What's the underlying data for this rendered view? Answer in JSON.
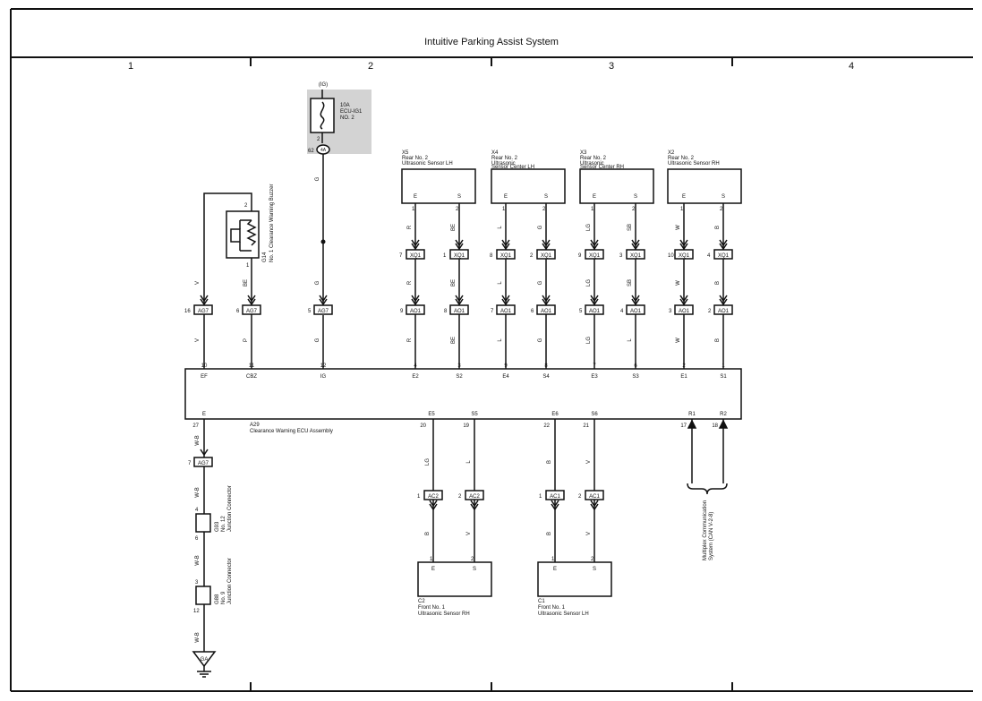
{
  "title": "Intuitive Parking Assist System",
  "columns": [
    "1",
    "2",
    "3",
    "4"
  ],
  "fuse": {
    "power": "(IG)",
    "rating": "10A",
    "name": "ECU-IG1",
    "number": "NO. 2",
    "pin": "2",
    "junction_pin": "62",
    "junction": "4A"
  },
  "buzzer": {
    "ref": "G14",
    "name": "No. 1 Clearance Warning Buzzer",
    "pin_top": "2",
    "pin_bottom": "1"
  },
  "ecu": {
    "ref": "A29",
    "name": "Clearance Warning ECU Assembly",
    "top_pins": [
      {
        "pin": "10",
        "label": "EF"
      },
      {
        "pin": "11",
        "label": "CBZ"
      },
      {
        "pin": "12",
        "label": "IG"
      },
      {
        "pin": "4",
        "label": "E2"
      },
      {
        "pin": "3",
        "label": "S2"
      },
      {
        "pin": "9",
        "label": "E4"
      },
      {
        "pin": "8",
        "label": "S4"
      },
      {
        "pin": "7",
        "label": "E3"
      },
      {
        "pin": "6",
        "label": "S3"
      },
      {
        "pin": "2",
        "label": "E1"
      },
      {
        "pin": "1",
        "label": "S1"
      }
    ],
    "bottom_pins": [
      {
        "pin": "27",
        "label": "E"
      },
      {
        "pin": "20",
        "label": "E5"
      },
      {
        "pin": "19",
        "label": "S5"
      },
      {
        "pin": "22",
        "label": "E6"
      },
      {
        "pin": "21",
        "label": "S6"
      },
      {
        "pin": "17",
        "label": "R1"
      },
      {
        "pin": "18",
        "label": "R2"
      }
    ]
  },
  "rear_sensors": [
    {
      "ref": "X5",
      "name": "Rear No. 2",
      "sub": "",
      "name2": "Ultrasonic Sensor LH"
    },
    {
      "ref": "X4",
      "name": "Rear No. 2",
      "sub": "Ultrasonic",
      "name2": "Sensor Center LH"
    },
    {
      "ref": "X3",
      "name": "Rear No. 2",
      "sub": "Ultrasonic",
      "name2": "Sensor Center RH"
    },
    {
      "ref": "X2",
      "name": "Rear No. 2",
      "sub": "",
      "name2": "Ultrasonic Sensor RH"
    }
  ],
  "front_sensors": [
    {
      "ref": "C2",
      "name": "Front No. 1",
      "name2": "Ultrasonic Sensor RH"
    },
    {
      "ref": "C1",
      "name": "Front No. 1",
      "name2": "Ultrasonic Sensor LH"
    }
  ],
  "sensor_pins": {
    "e": "E",
    "s": "S",
    "p1": "1",
    "p2": "2"
  },
  "connectors": {
    "ag7": "AG7",
    "xq1": "XQ1",
    "ao1": "AO1",
    "ac2": "AC2",
    "ac1": "AC1"
  },
  "wires": {
    "ef_upper": "V",
    "ef_lower": "V",
    "cbz_upper": "BE",
    "cbz_lower": "P",
    "ig_upper": "G",
    "ig_mid": "G",
    "ig_lower": "G",
    "x5_e": [
      "R",
      "R",
      "R"
    ],
    "x5_s": [
      "BE",
      "BE",
      "BE"
    ],
    "x4_e": [
      "L",
      "L",
      "L"
    ],
    "x4_s": [
      "G",
      "G",
      "G"
    ],
    "x3_e": [
      "LG",
      "LG",
      "LG"
    ],
    "x3_s": [
      "SB",
      "SB",
      "L"
    ],
    "x2_e": [
      "W",
      "W",
      "W"
    ],
    "x2_s": [
      "B",
      "B",
      "B"
    ],
    "c2_e": [
      "LG",
      "B"
    ],
    "c2_s": [
      "L",
      "V"
    ],
    "c1_e": [
      "B",
      "B"
    ],
    "c1_s": [
      "V",
      "V"
    ],
    "ground": [
      "W-B",
      "W-B",
      "W-B",
      "W-B"
    ]
  },
  "pin_numbers": {
    "ag7_ef": "16",
    "ag7_cbz": "6",
    "ag7_ig": "5",
    "ag7_gnd": "7",
    "xq1": [
      "7",
      "1",
      "8",
      "2",
      "9",
      "3",
      "10",
      "4"
    ],
    "ao1": [
      "9",
      "8",
      "7",
      "6",
      "5",
      "4",
      "3",
      "2"
    ],
    "ac": [
      "1",
      "2",
      "1",
      "2"
    ]
  },
  "junction_g93": {
    "ref": "G93",
    "name": "No. 12",
    "name2": "Junction Connector",
    "pin_top": "4",
    "pin_bottom": "6"
  },
  "junction_g88": {
    "ref": "G88",
    "name": "No. 9",
    "name2": "Junction Connector",
    "pin_top": "3",
    "pin_bottom": "12"
  },
  "ground_point": "GA",
  "can_label": "Multiplex Communication",
  "can_label2": "System (CAN V-2-8)"
}
